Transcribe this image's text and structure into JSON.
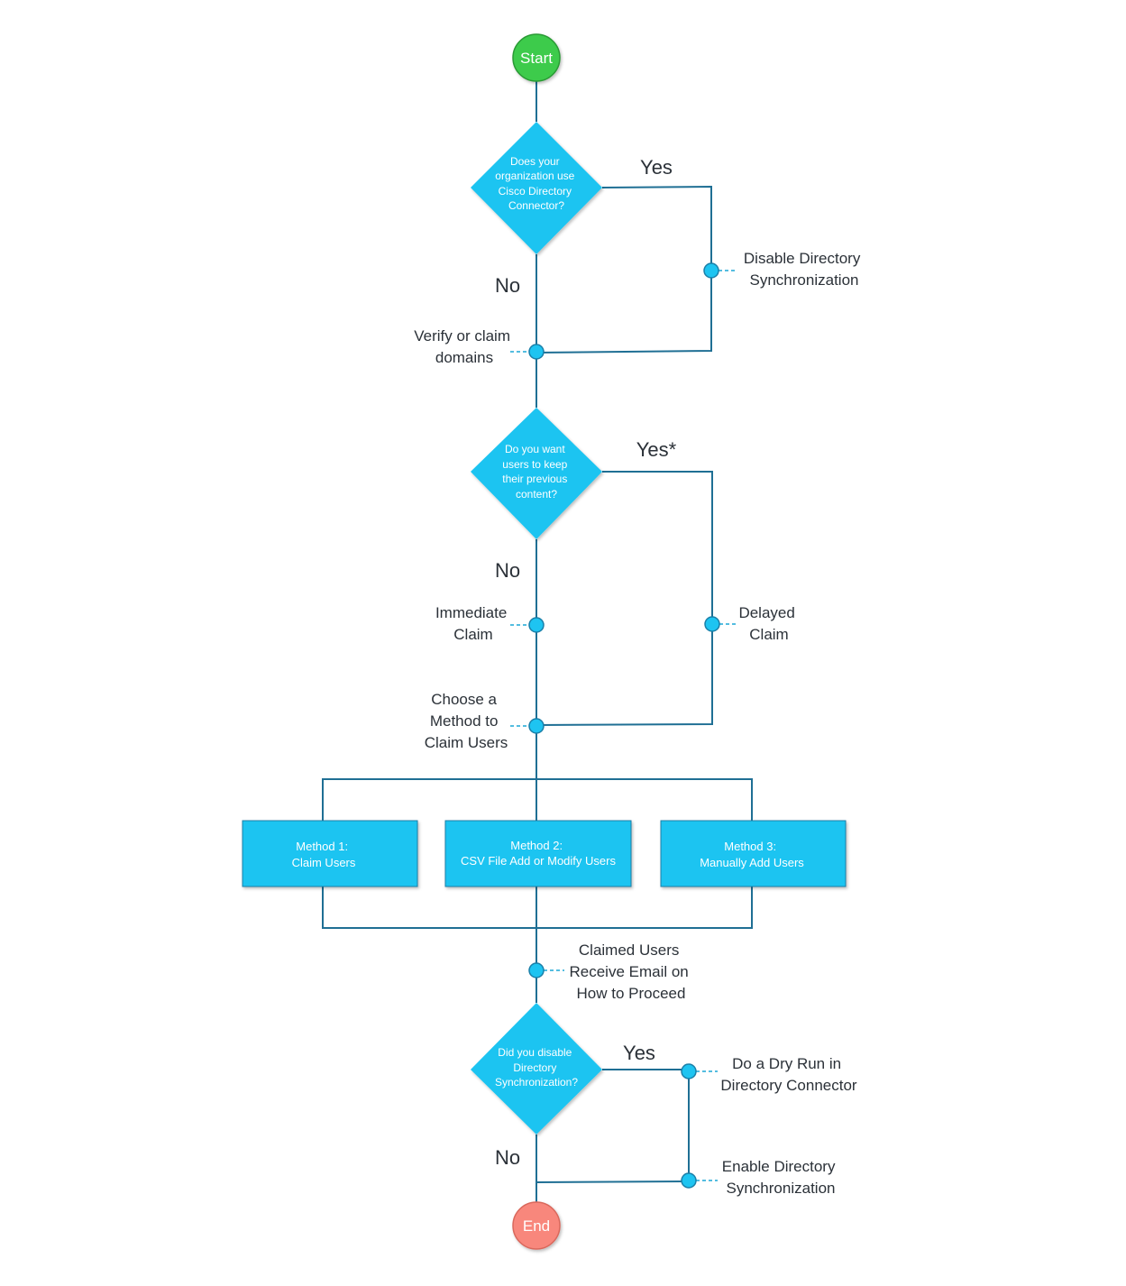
{
  "terminals": {
    "start": "Start",
    "end": "End"
  },
  "decisions": {
    "directory_connector": [
      "Does your",
      "organization use",
      "Cisco Directory",
      "Connector?"
    ],
    "keep_content": [
      "Do you want",
      "users to keep",
      "their previous",
      "content?"
    ],
    "disabled_sync": [
      "Did you disable",
      "Directory",
      "Synchronization?"
    ]
  },
  "edge_labels": {
    "d1_yes": "Yes",
    "d1_no": "No",
    "d2_yes": "Yes*",
    "d2_no": "No",
    "d3_yes": "Yes",
    "d3_no": "No"
  },
  "steps": {
    "disable_sync": [
      "Disable Directory",
      "Synchronization"
    ],
    "verify_domains": [
      "Verify or claim",
      "domains"
    ],
    "immediate_claim": [
      "Immediate",
      "Claim"
    ],
    "delayed_claim": [
      "Delayed",
      "Claim"
    ],
    "choose_method": [
      "Choose a",
      "Method to",
      "Claim Users"
    ],
    "receive_email": [
      "Claimed Users",
      "Receive Email on",
      "How to Proceed"
    ],
    "dry_run": [
      "Do a Dry Run in",
      "Directory Connector"
    ],
    "enable_sync": [
      "Enable Directory",
      "Synchronization"
    ]
  },
  "methods": {
    "method1": [
      "Method 1:",
      "Claim Users"
    ],
    "method2": [
      "Method 2:",
      "CSV File Add or Modify Users"
    ],
    "method3": [
      "Method 3:",
      "Manually Add Users"
    ]
  },
  "colors": {
    "node_fill": "#1ec4f1",
    "line": "#1f6f94",
    "start_fill": "#3ccb4b",
    "end_fill": "#f8877b",
    "text": "#2b3138"
  }
}
